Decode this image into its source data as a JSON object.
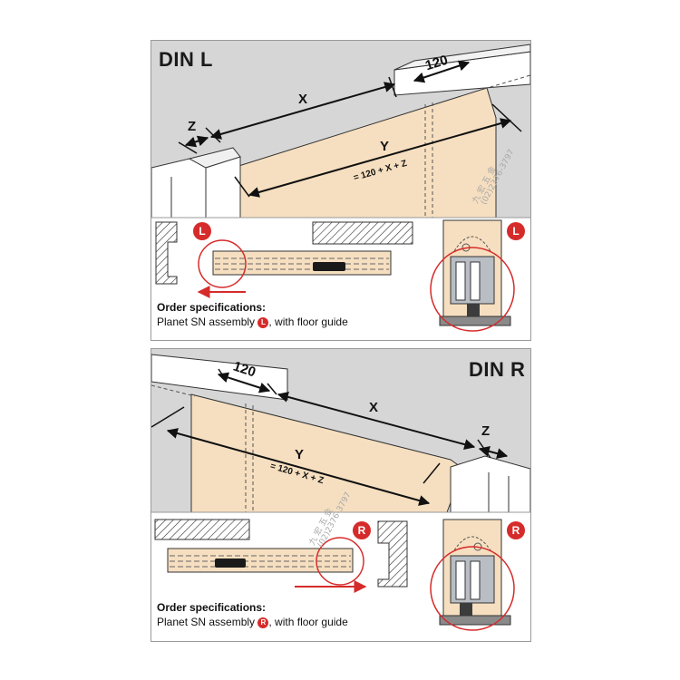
{
  "top": {
    "title": "DIN L",
    "dim_120": "120",
    "dim_x": "X",
    "dim_z": "Z",
    "dim_y": "Y",
    "formula": "= 120 + X + Z",
    "badge_detail": "L",
    "badge_hardware": "L",
    "order_title": "Order specifications:",
    "order_text_before": "Planet SN assembly",
    "order_badge": "L",
    "order_text_after": ", with floor guide",
    "watermark_cn": "九 宏 五 金",
    "watermark_phone": "(02)2376-3797"
  },
  "bottom": {
    "title": "DIN R",
    "dim_120": "120",
    "dim_x": "X",
    "dim_z": "Z",
    "dim_y": "Y",
    "formula": "= 120 + X + Z",
    "badge_detail": "R",
    "badge_hardware": "R",
    "order_title": "Order specifications:",
    "order_text_before": "Planet SN assembly",
    "order_badge": "R",
    "order_text_after": ", with floor guide",
    "watermark_cn": "九 宏 五 金",
    "watermark_phone": "(02)2376-3797"
  },
  "colors": {
    "panel_bg": "#d6d6d7",
    "door": "#f6dfc0",
    "wall": "#ffffff",
    "outline": "#333333",
    "accent_red": "#d62b2b"
  }
}
